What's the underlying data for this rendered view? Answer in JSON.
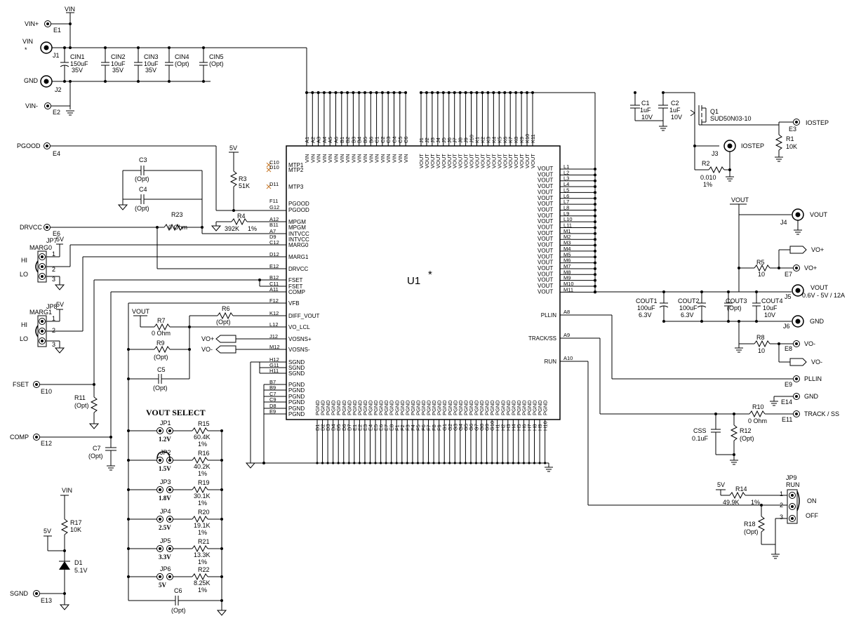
{
  "u1": {
    "ref": "U1",
    "star": "*"
  },
  "vin_net": {
    "vin": "VIN",
    "vin_plus": "VIN+",
    "e1": "E1",
    "vin_star": "VIN",
    "star": "*",
    "j1": "J1",
    "gnd": "GND",
    "j2": "J2",
    "vin_minus": "VIN-",
    "e2": "E2"
  },
  "input_caps": [
    {
      "ref": "CIN1",
      "v1": "150uF",
      "v2": "35V"
    },
    {
      "ref": "CIN2",
      "v1": "10uF",
      "v2": "35V"
    },
    {
      "ref": "CIN3",
      "v1": "10uF",
      "v2": "35V"
    },
    {
      "ref": "CIN4",
      "v1": "(Opt)",
      "v2": ""
    },
    {
      "ref": "CIN5",
      "v1": "(Opt)",
      "v2": ""
    }
  ],
  "top_pins_vin": [
    "A1",
    "A2",
    "A3",
    "A4",
    "A5",
    "A6",
    "B1",
    "B2",
    "B3",
    "B4",
    "B5",
    "B6",
    "C1",
    "C2",
    "C3",
    "C4",
    "C5",
    "C6"
  ],
  "top_pins_vout": [
    "J1",
    "J2",
    "J3",
    "J4",
    "J5",
    "J6",
    "J7",
    "J8",
    "J9",
    "J10",
    "K1",
    "K2",
    "K3",
    "K4",
    "K5",
    "K6",
    "K7",
    "K8",
    "K9",
    "K10",
    "K11"
  ],
  "top_labels": {
    "vin": "VIN",
    "vout": "VOUT"
  },
  "right_pins": [
    "L1",
    "L2",
    "L3",
    "L4",
    "L5",
    "L6",
    "L7",
    "L8",
    "L9",
    "L10",
    "L11",
    "M1",
    "M2",
    "M3",
    "M4",
    "M5",
    "M6",
    "M7",
    "M8",
    "M9",
    "M10",
    "M11"
  ],
  "left_pins": [
    {
      "num": "C10",
      "name": "MTP1"
    },
    {
      "num": "D10",
      "name": "MTP2"
    },
    {
      "num": "D11",
      "name": "MTP3"
    },
    {
      "num": "F11",
      "name": "PGOOD"
    },
    {
      "num": "G12",
      "name": "PGOOD"
    },
    {
      "num": "A12",
      "name": "MPGM"
    },
    {
      "num": "B11",
      "name": "MPGM"
    },
    {
      "num": "A7",
      "name": "INTVCC"
    },
    {
      "num": "D9",
      "name": "INTVCC"
    },
    {
      "num": "C12",
      "name": "MARG0"
    },
    {
      "num": "D12",
      "name": "MARG1"
    },
    {
      "num": "E12",
      "name": "DRVCC"
    },
    {
      "num": "B12",
      "name": "FSET"
    },
    {
      "num": "C11",
      "name": "FSET"
    },
    {
      "num": "A11",
      "name": "COMP"
    },
    {
      "num": "F12",
      "name": "VFB"
    },
    {
      "num": "K12",
      "name": "DIFF_VOUT"
    },
    {
      "num": "L12",
      "name": "VO_LCL"
    },
    {
      "num": "J12",
      "name": "VOSNS+"
    },
    {
      "num": "M12",
      "name": "VOSNS-"
    },
    {
      "num": "H12",
      "name": "SGND"
    },
    {
      "num": "G11",
      "name": "SGND"
    },
    {
      "num": "H11",
      "name": "SGND"
    },
    {
      "num": "B7",
      "name": "PGND"
    },
    {
      "num": "B9",
      "name": "PGND"
    },
    {
      "num": "C7",
      "name": "PGND"
    },
    {
      "num": "C9",
      "name": "PGND"
    },
    {
      "num": "D8",
      "name": "PGND"
    },
    {
      "num": "E9",
      "name": "PGND"
    }
  ],
  "bottom_pins": [
    "D1",
    "D2",
    "D3",
    "D4",
    "D5",
    "D6",
    "D7",
    "E1",
    "E2",
    "E3",
    "E4",
    "E5",
    "E6",
    "E7",
    "E8",
    "F1",
    "F2",
    "F3",
    "F4",
    "F5",
    "F6",
    "F7",
    "F8",
    "F9",
    "G1",
    "G2",
    "G3",
    "G4",
    "G5",
    "G6",
    "G7",
    "G8",
    "G9",
    "G10",
    "H1",
    "H2",
    "H3",
    "H4",
    "H5",
    "H6",
    "H7",
    "H8",
    "H9",
    "H10"
  ],
  "bottom_label": "PGND",
  "right_side_pins": [
    {
      "num": "A8",
      "name": "PLLIN"
    },
    {
      "num": "A9",
      "name": "TRACK/SS"
    },
    {
      "num": "A10",
      "name": "RUN"
    }
  ],
  "left_net": {
    "pgood": "PGOOD",
    "e4": "E4",
    "c3": "C3",
    "c3v": "(Opt)",
    "c4": "C4",
    "c4v": "(Opt)",
    "r3": "R3",
    "r3v": "51K",
    "v5": "5V",
    "r23": "R23",
    "r23v": "0 Ohm",
    "r4": "R4",
    "r4v": "392K",
    "r4t": "1%",
    "drvcc": "DRVCC",
    "e6": "E6",
    "jp7": "JP7",
    "marg0": "MARG0",
    "jp8": "JP8",
    "marg1": "MARG1",
    "hi": "HI",
    "lo": "LO",
    "p1": "1",
    "p2": "2",
    "p3": "3",
    "fset": "FSET",
    "e10": "E10",
    "r11": "R11",
    "r11v": "(Opt)",
    "comp": "COMP",
    "e12": "E12",
    "c7": "C7",
    "c7v": "(Opt)",
    "vout": "VOUT",
    "r7": "R7",
    "r7v": "0 Ohm",
    "r6": "R6",
    "r6v": "(Opt)",
    "r9": "R9",
    "r9v": "(Opt)",
    "c5": "C5",
    "c5v": "(Opt)",
    "voplus": "VO+",
    "vominus": "VO-",
    "vin": "VIN",
    "r17": "R17",
    "r17v": "10K",
    "d1": "D1",
    "d1v": "5.1V",
    "sgnd": "SGND",
    "e13": "E13"
  },
  "vout_select": {
    "title": "VOUT SELECT",
    "rows": [
      {
        "jp": "JP1",
        "v": "1.2V",
        "r": "R15",
        "rv": "60.4K",
        "tol": "1%"
      },
      {
        "jp": "JP2",
        "v": "1.5V",
        "r": "R16",
        "rv": "40.2K",
        "tol": "1%"
      },
      {
        "jp": "JP3",
        "v": "1.8V",
        "r": "R19",
        "rv": "30.1K",
        "tol": "1%"
      },
      {
        "jp": "JP4",
        "v": "2.5V",
        "r": "R20",
        "rv": "19.1K",
        "tol": "1%"
      },
      {
        "jp": "JP5",
        "v": "3.3V",
        "r": "R21",
        "rv": "13.3K",
        "tol": "1%"
      },
      {
        "jp": "JP6",
        "v": "5V",
        "r": "R22",
        "rv": "8.25K",
        "tol": "1%"
      }
    ],
    "c6": "C6",
    "c6v": "(Opt)"
  },
  "right_net": {
    "c1": "C1",
    "c1v": "1uF",
    "c1t": "10V",
    "c2": "C2",
    "c2v": "1uF",
    "c2t": "10V",
    "q1": "Q1",
    "q1v": "SUD50N03-10",
    "iostep": "IOSTEP",
    "e3": "E3",
    "r1": "R1",
    "r1v": "10K",
    "j3": "J3",
    "r2": "R2",
    "r2v": "0.010",
    "r2t": "1%",
    "vout": "VOUT",
    "j4": "J4",
    "voplus": "VO+",
    "r5": "R5",
    "r5v": "10",
    "e7": "E7",
    "j5": "J5",
    "vout_spec": "0.6V - 5V / 12A",
    "cout1": "COUT1",
    "cout1v": "100uF",
    "cout1t": "6.3V",
    "cout2": "COUT2",
    "cout2v": "100uF",
    "cout2t": "6.3V",
    "cout3": "COUT3",
    "cout3v": "(Opt)",
    "cout4": "COUT4",
    "cout4v": "10uF",
    "cout4t": "10V",
    "gnd": "GND",
    "j6": "J6",
    "r8": "R8",
    "r8v": "10",
    "e8": "E8",
    "vominus": "VO-",
    "pllin": "PLLIN",
    "e9": "E9",
    "e14": "E14",
    "r10": "R10",
    "r10v": "0 Ohm",
    "track": "TRACK / SS",
    "e11": "E11",
    "css": "CSS",
    "cssv": "0.1uF",
    "r12": "R12",
    "r12v": "(Opt)",
    "jp9": "JP9",
    "run": "RUN",
    "v5": "5V",
    "r14": "R14",
    "r14v": "49.9K",
    "r14t": "1%",
    "r18": "R18",
    "r18v": "(Opt)",
    "on": "ON",
    "off": "OFF",
    "p1": "1",
    "p2": "2",
    "p3": "3"
  }
}
